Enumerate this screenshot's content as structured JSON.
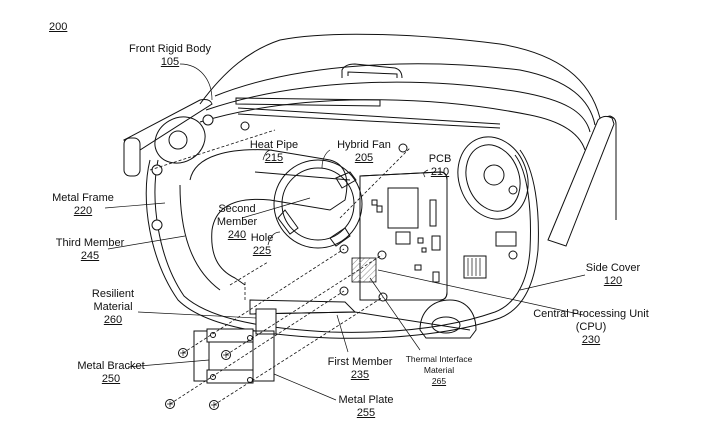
{
  "figure": {
    "number": "200",
    "type": "patent-drawing",
    "subject": "head-mounted display internal assembly"
  },
  "labels": [
    {
      "id": "front-rigid-body",
      "text": "Front Rigid Body",
      "ref": "105"
    },
    {
      "id": "heat-pipe",
      "text": "Heat Pipe",
      "ref": "215"
    },
    {
      "id": "hybrid-fan",
      "text": "Hybrid Fan",
      "ref": "205"
    },
    {
      "id": "pcb",
      "text": "PCB",
      "ref": "210"
    },
    {
      "id": "metal-frame",
      "text": "Metal Frame",
      "ref": "220"
    },
    {
      "id": "second-member",
      "text": "Second Member",
      "text_lines": [
        "Second",
        "Member"
      ],
      "ref": "240"
    },
    {
      "id": "hole",
      "text": "Hole",
      "ref": "225"
    },
    {
      "id": "third-member",
      "text": "Third Member",
      "ref": "245"
    },
    {
      "id": "resilient-material",
      "text": "Resilient Material",
      "text_lines": [
        "Resilient",
        "Material"
      ],
      "ref": "260"
    },
    {
      "id": "side-cover",
      "text": "Side Cover",
      "ref": "120"
    },
    {
      "id": "cpu",
      "text": "Central Processing Unit (CPU)",
      "text_lines": [
        "Central Processing Unit",
        "(CPU)"
      ],
      "ref": "230"
    },
    {
      "id": "metal-bracket",
      "text": "Metal Bracket",
      "ref": "250"
    },
    {
      "id": "first-member",
      "text": "First Member",
      "ref": "235"
    },
    {
      "id": "thermal-interface-material",
      "text": "Thermal Interface Material",
      "text_lines": [
        "Thermal Interface",
        "Material"
      ],
      "ref": "265"
    },
    {
      "id": "metal-plate",
      "text": "Metal Plate",
      "ref": "255"
    }
  ]
}
